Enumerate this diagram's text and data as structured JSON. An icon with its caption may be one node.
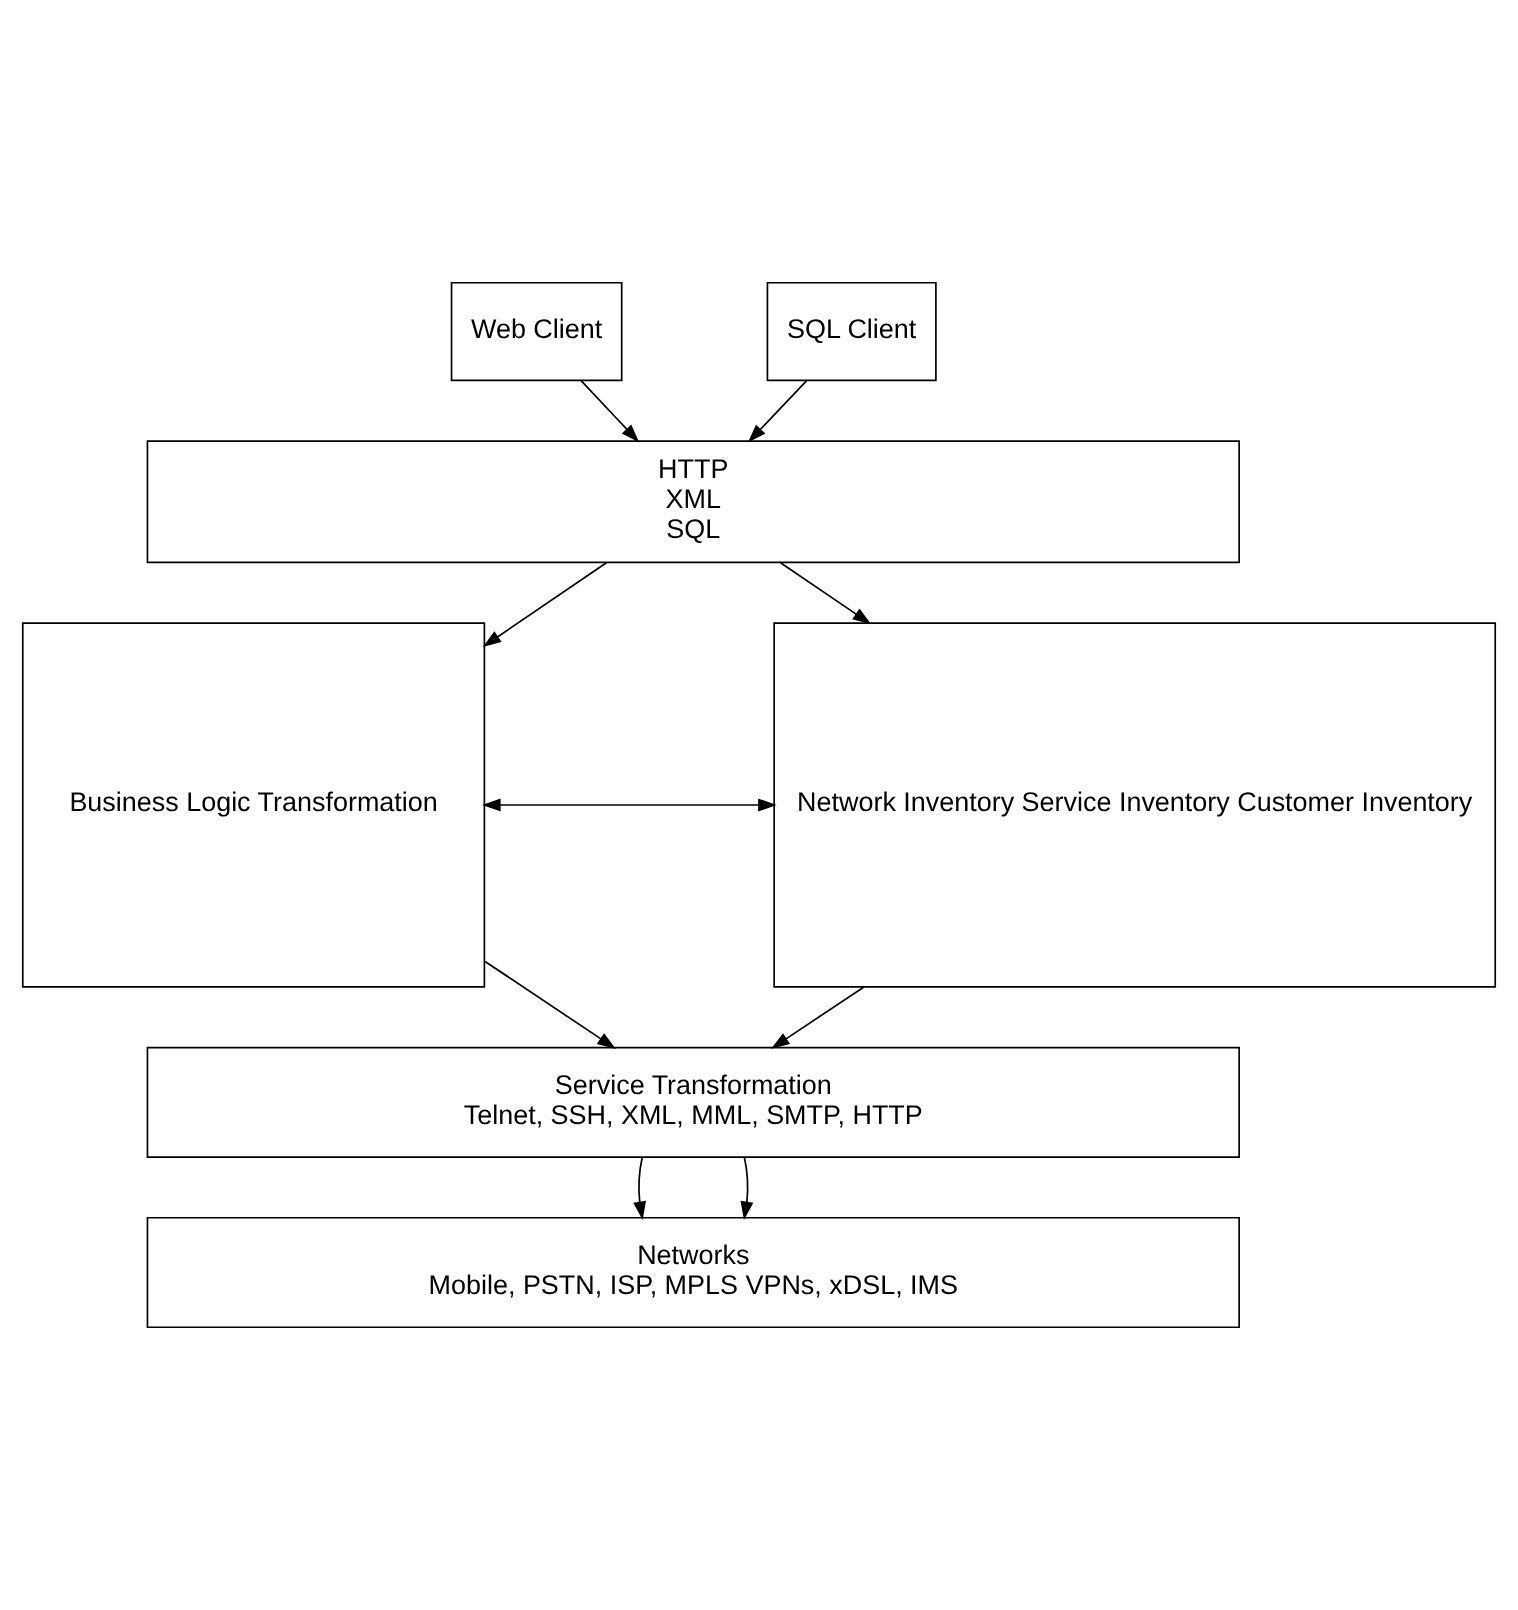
{
  "diagram": {
    "nodes": [
      {
        "text": [
          "Web Client"
        ]
      },
      {
        "text": [
          "SQL Client"
        ]
      },
      {
        "text": [
          "HTTP",
          "XML",
          "SQL"
        ]
      },
      {
        "text": [
          "Business Logic Transformation"
        ]
      },
      {
        "text": [
          "Network Inventory Service Inventory Customer Inventory"
        ]
      },
      {
        "text": [
          "Service Transformation",
          "Telnet, SSH, XML, MML, SMTP, HTTP"
        ]
      },
      {
        "text": [
          "Networks",
          "Mobile, PSTN, ISP, MPLS VPNs, xDSL, IMS"
        ]
      }
    ],
    "edges": [
      {
        "from": 0,
        "to": 2,
        "arrow": "to"
      },
      {
        "from": 1,
        "to": 2,
        "arrow": "to"
      },
      {
        "from": 2,
        "to": 3,
        "arrow": "to"
      },
      {
        "from": 2,
        "to": 4,
        "arrow": "to"
      },
      {
        "from": 3,
        "to": 4,
        "arrow": "both"
      },
      {
        "from": 3,
        "to": 5,
        "arrow": "to"
      },
      {
        "from": 4,
        "to": 5,
        "arrow": "to"
      },
      {
        "from": 5,
        "to": 6,
        "arrow": "to"
      },
      {
        "from": 5,
        "to": 6,
        "arrow": "to"
      }
    ]
  }
}
